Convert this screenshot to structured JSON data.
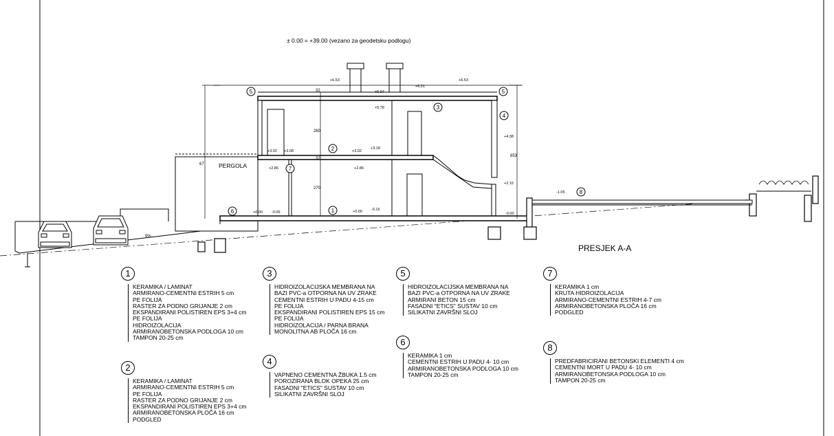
{
  "header_note": "± 0.00 = +39.00 (vezano za geodetsku podlogu)",
  "section_title": "PRESJEK A-A",
  "pergola_label": "PERGOLA",
  "slope_label": "9%",
  "levels": {
    "roof_top_left": "+6.53",
    "roof_top_right": "+6.53",
    "roof_mid": "+6.21",
    "upper_slab": "+5.94",
    "upper_slab_below": "+5.78",
    "right_wall_upper": "+4.38",
    "first_floor_left_a": "+3.02",
    "first_floor_left_b": "+3.08",
    "first_floor_mid_a": "+3.02",
    "first_floor_mid_b": "+3.18",
    "first_floor_below_left": "+2.86",
    "first_floor_below_mid": "+2.86",
    "right_wall_lower": "+2.15",
    "ground_left_a": "+0.00",
    "ground_left_b": "-0.06",
    "ground_mid_a": "+0.00",
    "ground_mid_b": "-0.16",
    "ground_right": "-0.00",
    "terrace": "-1.05"
  },
  "dimensions": {
    "roof_thickness": "32",
    "upper_floor_height": "260",
    "slab_thickness": "32",
    "lower_floor_height": "270",
    "left_total": "67",
    "right_total": "653"
  },
  "markers": {
    "m1": "1",
    "m2": "2",
    "m3": "3",
    "m4": "4",
    "m5a": "5",
    "m5b": "5",
    "m6": "6",
    "m7": "7",
    "m8": "8"
  },
  "legend": [
    {
      "num": "1",
      "items": [
        "KERAMIKA / LAMINAT",
        "ARMIRANO-CEMENTNI ESTRIH 5 cm",
        "PE FOLIJA",
        "RASTER ZA PODNO GRIJANJE 2 cm",
        "EKSPANDIRANI POLISTIREN EPS 3+4 cm",
        "PE FOLIJA",
        "HIDROIZOLACIJA",
        "ARMIRANOBETONSKA PODLOGA 10 cm",
        "TAMPON 20-25 cm"
      ]
    },
    {
      "num": "2",
      "items": [
        "KERAMIKA / LAMINAT",
        "ARMIRANO-CEMENTNI ESTRIH 5 cm",
        "PE FOLIJA",
        "RASTER ZA PODNO GRIJANJE 2 cm",
        "EKSPANDIRANI POLISTIREN EPS 3+4 cm",
        "ARMIRANOBETONSKA PLOČA 16 cm",
        "PODGLED"
      ]
    },
    {
      "num": "3",
      "items": [
        "HIDROIZOLACIJSKA MEMBRANA NA",
        "BAZI PVC-a  OTPORNA NA UV ZRAKE",
        "CEMENTNI ESTRIH U PADU 4-15 cm",
        "PE FOLIJA",
        "EKSPANDIRANI POLISTIREN EPS 15 cm",
        "PE FOLIJA",
        "HIDROIZOLACIJA / PARNA BRANA",
        "MONOLITNA AB PLOČA 16 cm"
      ]
    },
    {
      "num": "4",
      "items": [
        "VAPNENO CEMENTNA ŽBUKA 1.5 cm",
        "POROZIRANA BLOK OPEKA 25 cm",
        "FASADNI \"ETICS\" SUSTAV 10 cm",
        "SILIKATNI ZAVRŠNI SLOJ"
      ]
    },
    {
      "num": "5",
      "items": [
        "HIDROIZOLACIJSKA MEMBRANA NA",
        "BAZI PVC-a  OTPORNA NA UV ZRAKE",
        "ARMIRANI BETON 15 cm",
        "FASADNI \"ETICS\" SUSTAV 10 cm",
        "SILIKATNI ZAVRŠNI SLOJ"
      ]
    },
    {
      "num": "6",
      "items": [
        "KERAMIKA 1 cm",
        "CEMENTNI ESTRIH U PADU 4- 10 cm",
        "ARMIRANOBETONSKA PODLOGA 10 cm",
        "TAMPON 20-25 cm"
      ]
    },
    {
      "num": "7",
      "items": [
        "KERAMIKA 1 cm",
        "KRUTA HIDROIZOLACIJA",
        "ARMIRANO-CEMENTNI ESTRIH 4-7 cm",
        "ARMIRANOBETONSKA PLOČA 16 cm",
        "PODGLED"
      ]
    },
    {
      "num": "8",
      "items": [
        "PREDFABRICIRANI BETONSKI ELEMENTI 4 cm",
        "CEMENTNI MORT U PADU 4- 10 cm",
        "ARMIRANOBETONSKA PODLOGA 10 cm",
        "TAMPON 20-25 cm"
      ]
    }
  ]
}
